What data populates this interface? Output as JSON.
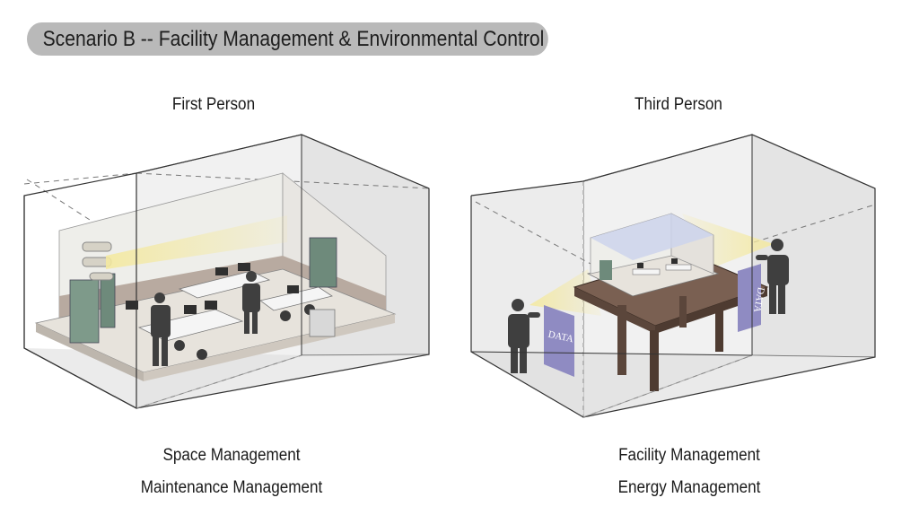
{
  "header": {
    "title": "Scenario B -- Facility Management & Environmental Control"
  },
  "left_panel": {
    "label": "First Person",
    "captions": [
      "Space Management",
      "Maintenance Management"
    ]
  },
  "right_panel": {
    "label": "Third Person",
    "captions": [
      "Facility Management",
      "Energy Management"
    ],
    "sign_left": "DATA",
    "sign_right": "DATA"
  },
  "colors": {
    "pill": "#b9b9b9",
    "beam": "#f2ecaa",
    "data_sign": "#8f8bc2",
    "table_wood": "#6b5346",
    "ceiling": "#cdd3ec"
  }
}
